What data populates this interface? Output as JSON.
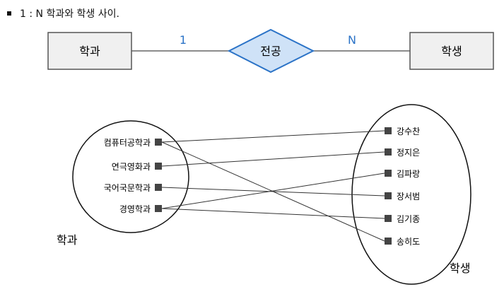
{
  "heading": {
    "bullet_text": "1 : N 학과와 학생 사이."
  },
  "er": {
    "entity_left": "학과",
    "relationship": "전공",
    "entity_right": "학생",
    "card_left": "1",
    "card_right": "N"
  },
  "colors": {
    "entity_fill": "#f0f0f0",
    "relationship_fill": "#cfe2f7",
    "relationship_stroke": "#2b73c7",
    "cardinality": "#2b73c7"
  },
  "sets": {
    "left_label": "학과",
    "right_label": "학생",
    "departments": [
      "컴퓨터공학과",
      "연극영화과",
      "국어국문학과",
      "경영학과"
    ],
    "students": [
      "강수찬",
      "정지은",
      "김파랑",
      "장서범",
      "김기종",
      "송히도"
    ],
    "mappings": [
      [
        "컴퓨터공학과",
        "강수찬"
      ],
      [
        "컴퓨터공학과",
        "송히도"
      ],
      [
        "연극영화과",
        "정지은"
      ],
      [
        "국어국문학과",
        "장서범"
      ],
      [
        "경영학과",
        "김파랑"
      ],
      [
        "경영학과",
        "김기종"
      ]
    ]
  }
}
